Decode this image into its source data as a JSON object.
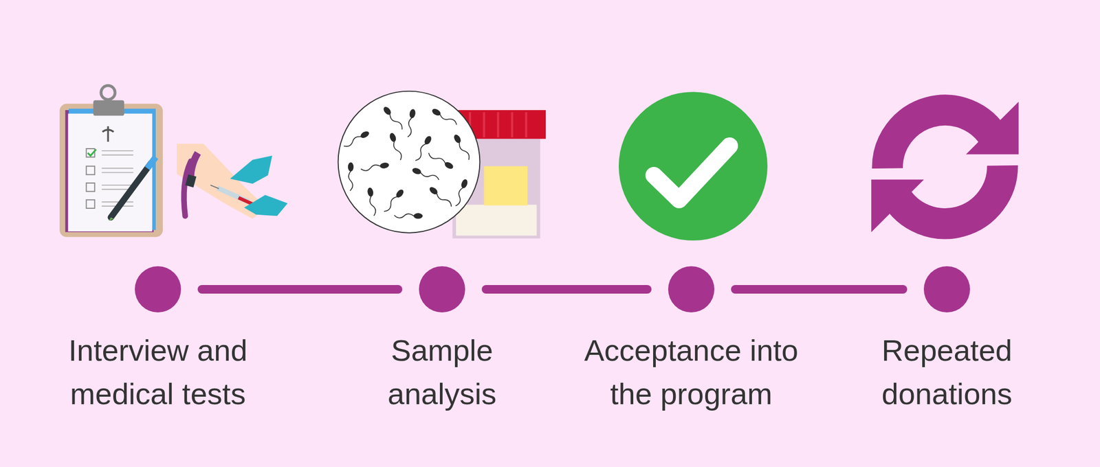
{
  "diagram": {
    "nodes": [
      {
        "text": [
          "Interview and medical tests"
        ]
      },
      {
        "text": [
          "Sample analysis"
        ]
      },
      {
        "text": [
          "Acceptance into the program"
        ]
      },
      {
        "text": [
          "Repeated donations"
        ]
      }
    ],
    "edges": [
      {
        "from": 0,
        "to": 1,
        "arrow": "none"
      },
      {
        "from": 1,
        "to": 2,
        "arrow": "none"
      },
      {
        "from": 2,
        "to": 3,
        "arrow": "none"
      }
    ]
  }
}
